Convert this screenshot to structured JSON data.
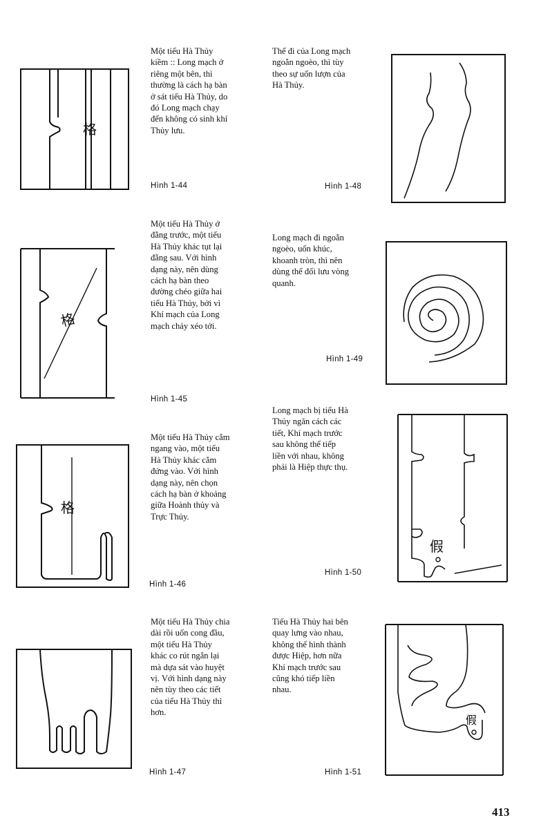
{
  "page_number": "413",
  "left": [
    {
      "text": [
        "Một tiểu Hà Thủy",
        "kiềm :: Long mạch ở",
        "riêng một bên, thì",
        "thường là cách hạ bàn",
        "ở sát tiểu Hà Thủy, do",
        "đó Long mạch chạy",
        "đến không có sinh khí",
        "Thủy lưu."
      ],
      "caption": "Hình 1-44",
      "glyph": "格"
    },
    {
      "text": [
        "Một tiểu Hà Thủy ở",
        "đằng trước, một tiểu",
        "Hà Thủy khác tụt lại",
        "đằng sau. Với hình",
        "dạng này, nên dùng",
        "cách hạ bàn theo",
        "đường chéo giữa hai",
        "tiểu Hà Thủy, bởi vì",
        "Khí mạch của Long",
        "mạch chảy xéo tới."
      ],
      "caption": "Hình 1-45",
      "glyph": "格"
    },
    {
      "text": [
        "Một tiểu Hà Thủy cắm",
        "ngang vào, một tiểu",
        "Hà Thủy khác cắm",
        "đứng vào. Với hình",
        "dạng này, nên chọn",
        "cách hạ bàn ở khoảng",
        "giữa Hoành thủy và",
        "Trực Thủy."
      ],
      "caption": "Hình 1-46",
      "glyph": "格"
    },
    {
      "text": [
        "Một tiểu Hà Thủy chia",
        "dài rồi uốn cong đầu,",
        "một tiểu Hà Thủy",
        "khác co rút ngắn lại",
        "mà dựa sát vào huyệt",
        "vị. Với hình dạng này",
        "nên tùy theo các tiết",
        "của tiểu Hà Thủy thì",
        "hơn."
      ],
      "caption": "Hình 1-47"
    }
  ],
  "right": [
    {
      "text": [
        "Thế đi của Long mạch",
        "ngoằn ngoèo, thì tùy",
        "theo sự uốn lượn của",
        "Hà Thủy."
      ],
      "caption": "Hình 1-48"
    },
    {
      "text": [
        "Long mạch đi ngoằn",
        "ngoèo, uốn khúc,",
        "khoanh tròn, thì nên",
        "dùng thế đối lưu vòng",
        "quanh."
      ],
      "caption": "Hình 1-49"
    },
    {
      "text": [
        "Long mạch bị tiểu Hà",
        "Thủy ngăn cách các",
        "tiết, Khí mạch trước",
        "sau không thể tiếp",
        "liền với nhau, không",
        "phải là Hiệp thực thụ."
      ],
      "caption": "Hình 1-50",
      "glyph": "假"
    },
    {
      "text": [
        "Tiểu Hà Thủy hai bên",
        "quay lưng vào nhau,",
        "không thể hình thành",
        "được Hiệp, hơn nữa",
        "Khí mạch trước sau",
        "cũng khó tiếp liền",
        "nhau."
      ],
      "caption": "Hình 1-51",
      "glyph": "假"
    }
  ]
}
